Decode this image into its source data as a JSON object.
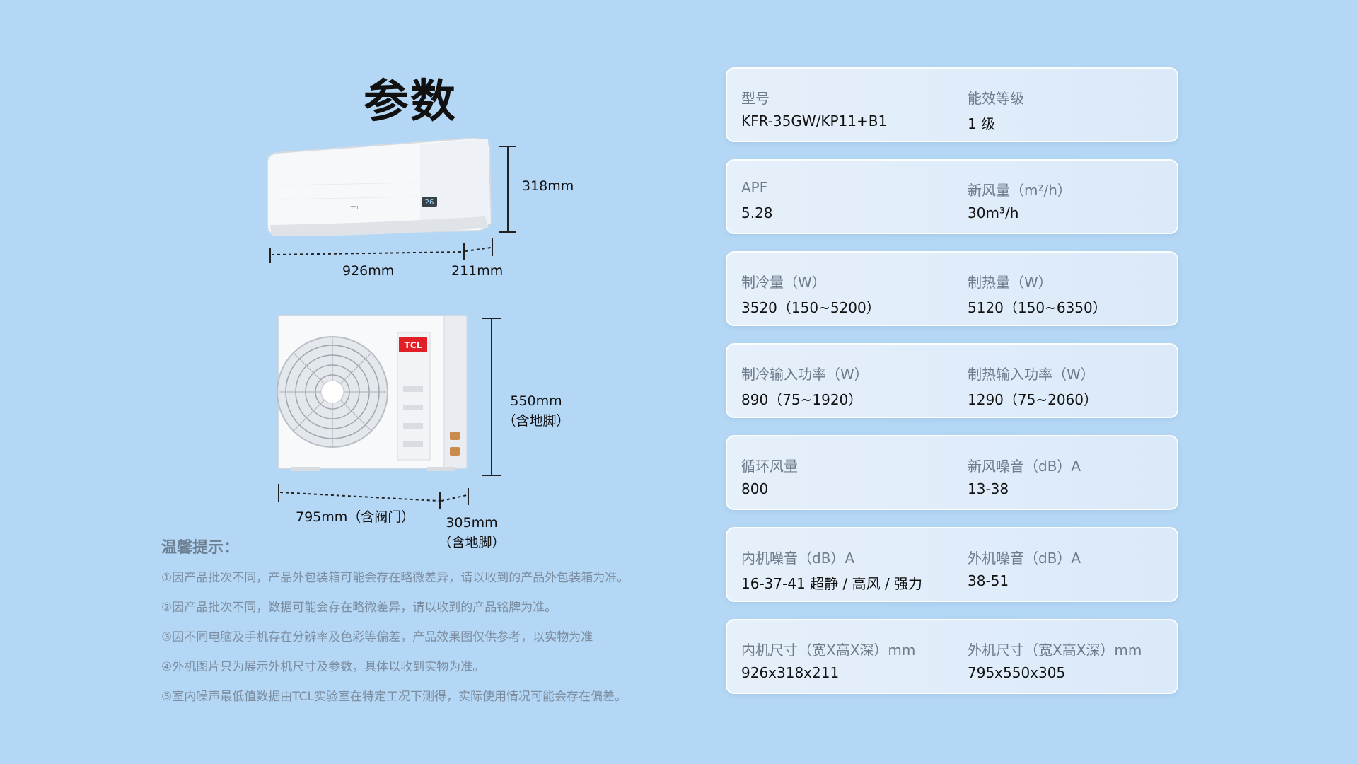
{
  "title": "参数",
  "indoor_unit": {
    "height_label": "318mm",
    "width_label": "926mm",
    "depth_label": "211mm",
    "panel_text": "TCL",
    "display_text": "26"
  },
  "outdoor_unit": {
    "brand": "TCL",
    "height_label_1": "550mm",
    "height_label_2": "（含地脚）",
    "width_label": "795mm（含阀门）",
    "depth_label_1": "305mm",
    "depth_label_2": "（含地脚）"
  },
  "notes": {
    "title": "温馨提示：",
    "items": [
      "①因产品批次不同，产品外包装箱可能会存在略微差异，请以收到的产品外包装箱为准。",
      "②因产品批次不同，数据可能会存在略微差异，请以收到的产品铭牌为准。",
      "③因不同电脑及手机存在分辨率及色彩等偏差，产品效果图仅供参考，以实物为准",
      "④外机图片只为展示外机尺寸及参数，具体以收到实物为准。",
      "⑤室内噪声最低值数据由TCL实验室在特定工况下测得，实际使用情况可能会存在偏差。"
    ]
  },
  "specs": [
    {
      "left_label": "型号",
      "left_value": "KFR-35GW/KP11+B1",
      "right_label": "能效等级",
      "right_value": "1 级"
    },
    {
      "left_label": "APF",
      "left_value": "5.28",
      "right_label": "新风量（m²/h）",
      "right_value": "30m³/h"
    },
    {
      "left_label": "制冷量（W）",
      "left_value": "3520（150~5200）",
      "right_label": "制热量（W）",
      "right_value": "5120（150~6350）"
    },
    {
      "left_label": "制冷输入功率（W）",
      "left_value": "890（75~1920）",
      "right_label": "制热输入功率（W）",
      "right_value": "1290（75~2060）"
    },
    {
      "left_label": "循环风量",
      "left_value": "800",
      "right_label": "新风噪音（dB）A",
      "right_value": "13-38"
    },
    {
      "left_label": "内机噪音（dB）A",
      "left_value": "16-37-41 超静 / 高风 / 强力",
      "right_label": "外机噪音（dB）A",
      "right_value": "38-51"
    },
    {
      "left_label": "内机尺寸（宽X高X深）mm",
      "left_value": "926x318x211",
      "right_label": "外机尺寸（宽X高X深）mm",
      "right_value": "795x550x305"
    }
  ]
}
